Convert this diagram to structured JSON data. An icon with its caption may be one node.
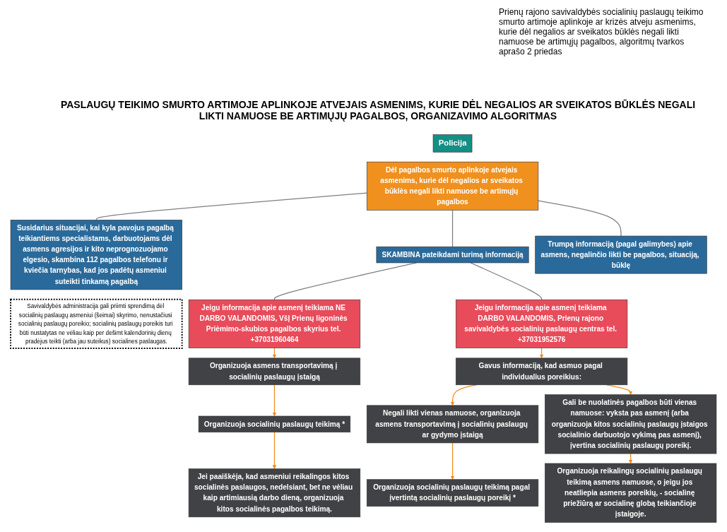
{
  "diagram": {
    "title": "PASLAUGŲ TEIKIMO SMURTO ARTIMOJE APLINKOJE ATVEJAIS ASMENIMS, KURIE DĖL NEGALIOS AR SVEIKATOS BŪKLĖS NEGALI LIKTI NAMUOSE BE ARTIMŲJŲ PAGALBOS, ORGANIZAVIMO ALGORITMAS",
    "nodes": [
      {
        "text": [
          "Policija"
        ]
      },
      {
        "text": [
          "Dėl pagalbos smurto aplinkoje atvejais asmenims, kurie dėl negalios ar sveikatos būklės negali likti namuose be artimųjų pagalbos"
        ]
      },
      {
        "text": [
          "Susidarius situacijai, kai kyla pavojus pagalbą teikiantiems specialistams, darbuotojams dėl asmens agresijos ir kito neprognozuojamo elgesio, skambina 112 pagalbos telefonu ir kviečia tarnybas, kad jos padėtų asmeniui suteikti tinkamą pagalbą"
        ]
      },
      {
        "text": [
          "SKAMBINA pateikdami turimą informaciją"
        ]
      },
      {
        "text": [
          "Trumpą informaciją (pagal galimybes) apie asmens, negalinčio likti be pagalbos, situaciją, būklę"
        ]
      },
      {
        "text": [
          "Savivaldybės administracija gali priimti sprendimą dėl socialinių paslaugų asmeniui (šeimai) skyrimo, nenustačiusi socialinių paslaugų poreikio; socialinių paslaugų poreikis turi būti nustatytas ne vėliau kaip per dešimt kalendorinių dienų pradėjus teikti (arba jau suteikus) socialines paslaugas."
        ]
      },
      {
        "text": [
          "Jeigu informacija apie asmenį teikiama NE DARBO VALANDOMIS, VšĮ Prienų ligoninės Priėmimo-skubios pagalbos skyrius tel. +37031960464"
        ]
      },
      {
        "text": [
          "Jeigu informacija apie asmenį teikiama DARBO VALANDOMIS, Prienų rajono savivaldybės socialinių paslaugų centras tel. +37031952576"
        ]
      },
      {
        "text": [
          "Organizuoja asmens transportavimą į socialinių paslaugų įstaigą"
        ]
      },
      {
        "text": [
          "Organizuoja socialinių paslaugų teikimą *"
        ]
      },
      {
        "text": [
          "Jei paaiškėja, kad asmeniui reikalingos kitos socialinės paslaugos, nedelsiant, bet ne vėliau kaip artimiausią darbo dieną, organizuoja kitos socialinės pagalbos teikimą."
        ]
      },
      {
        "text": [
          "Gavus informaciją, kad asmuo pagal individualius poreikius:"
        ]
      },
      {
        "text": [
          "Negali likti vienas namuose, organizuoja asmens transportavimą į socialinių paslaugų ar gydymo įstaigą"
        ]
      },
      {
        "text": [
          "Gali be nuolatinės pagalbos būti vienas namuose: vyksta pas asmenį (arba organizuoja kitos socialinių paslaugų įstaigos socialinio darbuotojo vykimą pas asmenį), įvertina socialinių paslaugų poreikį."
        ]
      },
      {
        "text": [
          "Organizuoja socialinių paslaugų teikimą pagal įvertintą socialinių paslaugų poreikį *"
        ]
      },
      {
        "text": [
          "Organizuoja reikalingų socialinių paslaugų teikimą asmens namuose, o jeigu jos neatliepia asmens poreikių, - socialinę priežiūrą ar socialinę globą teikiančioje įstaigoje."
        ]
      }
    ],
    "edges": [
      {
        "from": 1,
        "to": 2,
        "arrow": "none",
        "color": "#7f7f7f"
      },
      {
        "from": 1,
        "to": 3,
        "arrow": "none",
        "color": "#7f7f7f"
      },
      {
        "from": 1,
        "to": 4,
        "arrow": "none",
        "color": "#7f7f7f"
      },
      {
        "from": 3,
        "to": 6,
        "arrow": "none",
        "color": "#7f7f7f"
      },
      {
        "from": 3,
        "to": 7,
        "arrow": "none",
        "color": "#7f7f7f"
      },
      {
        "from": 6,
        "to": 8,
        "arrow": "to"
      },
      {
        "from": 8,
        "to": 9,
        "arrow": "to"
      },
      {
        "from": 9,
        "to": 10,
        "arrow": "to"
      },
      {
        "from": 7,
        "to": 11,
        "arrow": "to"
      },
      {
        "from": 11,
        "to": 12,
        "arrow": "to"
      },
      {
        "from": 11,
        "to": 13,
        "arrow": "to"
      },
      {
        "from": 12,
        "to": 14,
        "arrow": "to"
      },
      {
        "from": 13,
        "to": 15,
        "arrow": "to"
      }
    ],
    "labels": [
      "Prienų rajono savivaldybės socialinių paslaugų teikimo smurto artimoje aplinkoje ar krizės atveju asmenims, kurie dėl negalios ar sveikatos būklės negali likti namuose be artimųjų pagalbos, algoritmų tvarkos aprašo 2 priedas"
    ]
  }
}
